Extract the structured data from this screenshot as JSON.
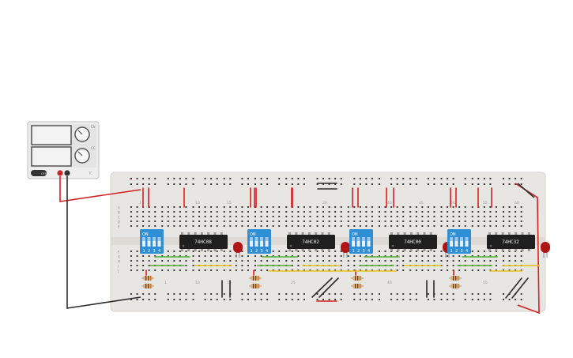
{
  "power_supply": {
    "knob_labels": [
      "CV",
      "CC"
    ],
    "off_label": "OFF",
    "brand_mark": "TC"
  },
  "breadboard": {
    "row_letters_top": [
      "A",
      "B",
      "C",
      "D",
      "E"
    ],
    "row_letters_bottom": [
      "F",
      "G",
      "H",
      "I",
      "J"
    ],
    "column_numbers": [
      "1",
      "10",
      "15",
      "20",
      "25",
      "30",
      "35",
      "40",
      "45",
      "50",
      "55",
      "60"
    ],
    "rail_signs": [
      "+",
      "-"
    ]
  },
  "dip_switches": [
    {
      "on_label": "ON",
      "positions": [
        "1",
        "2",
        "3",
        "4"
      ]
    },
    {
      "on_label": "ON",
      "positions": [
        "1",
        "2",
        "3",
        "4"
      ]
    },
    {
      "on_label": "ON",
      "positions": [
        "1",
        "2",
        "3",
        "4"
      ]
    },
    {
      "on_label": "ON",
      "positions": [
        "1",
        "2",
        "3",
        "4"
      ]
    }
  ],
  "chips": [
    {
      "label": "74HC08"
    },
    {
      "label": "74HC02"
    },
    {
      "label": "74HC00"
    },
    {
      "label": "74HC32"
    }
  ],
  "colors": {
    "breadboard": "#e8e6e3",
    "hole": "#3a3a3a",
    "dip_switch": "#2f8fd6",
    "chip": "#1f1f1f",
    "led": "#b01515",
    "wire_red": "#d32020",
    "wire_black": "#2b2b2b",
    "wire_green": "#4caf30",
    "wire_yellow": "#e8c21a",
    "resistor_body": "#d9b27a"
  }
}
